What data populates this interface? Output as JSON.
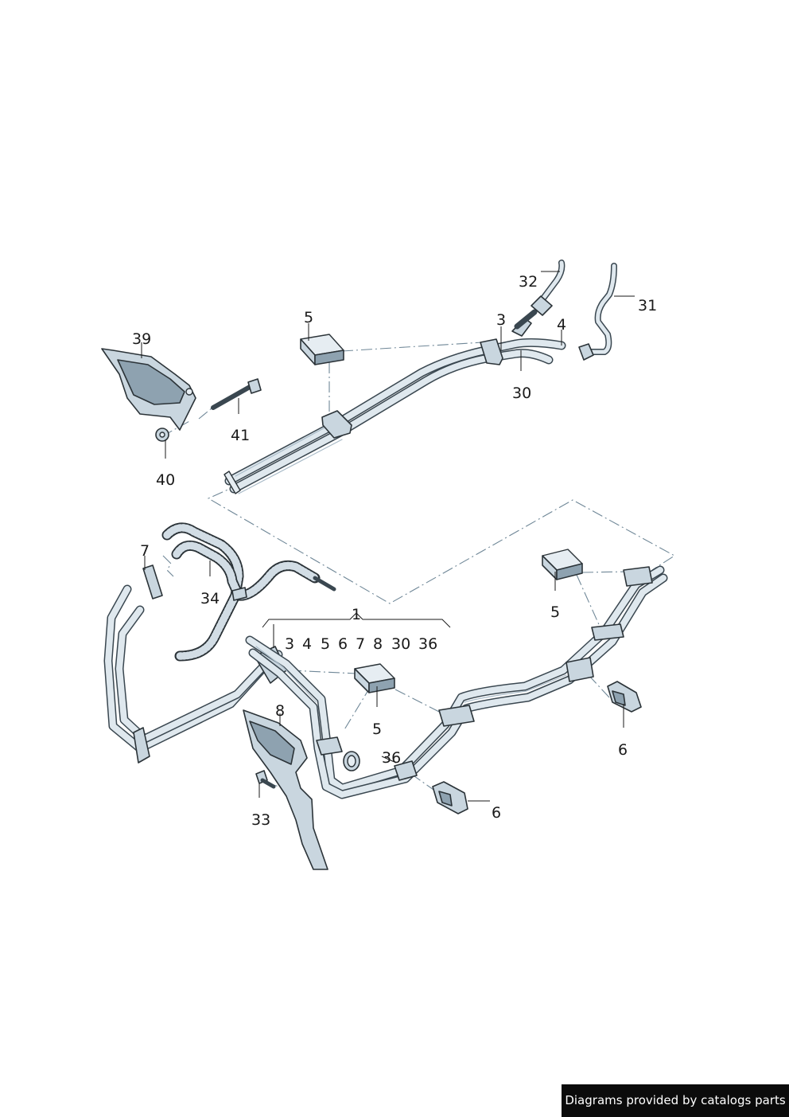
{
  "callouts": {
    "c32": "32",
    "c31": "31",
    "c3": "3",
    "c4": "4",
    "c5_top": "5",
    "c30": "30",
    "c39": "39",
    "c41": "41",
    "c40": "40",
    "c7": "7",
    "c34": "34",
    "c1": "1",
    "c5_right": "5",
    "c5_mid": "5",
    "c36": "36",
    "c6_right": "6",
    "c6_mid": "6",
    "c8": "8",
    "c33": "33"
  },
  "assembly_list": [
    "3",
    "4",
    "5",
    "6",
    "7",
    "8",
    "30",
    "36"
  ],
  "credit": "Diagrams provided by catalogs parts",
  "colors": {
    "line": "#2b3338",
    "fill": "#c9d6df",
    "dash": "#6f8797",
    "credit_bg": "#0b0b0b"
  }
}
